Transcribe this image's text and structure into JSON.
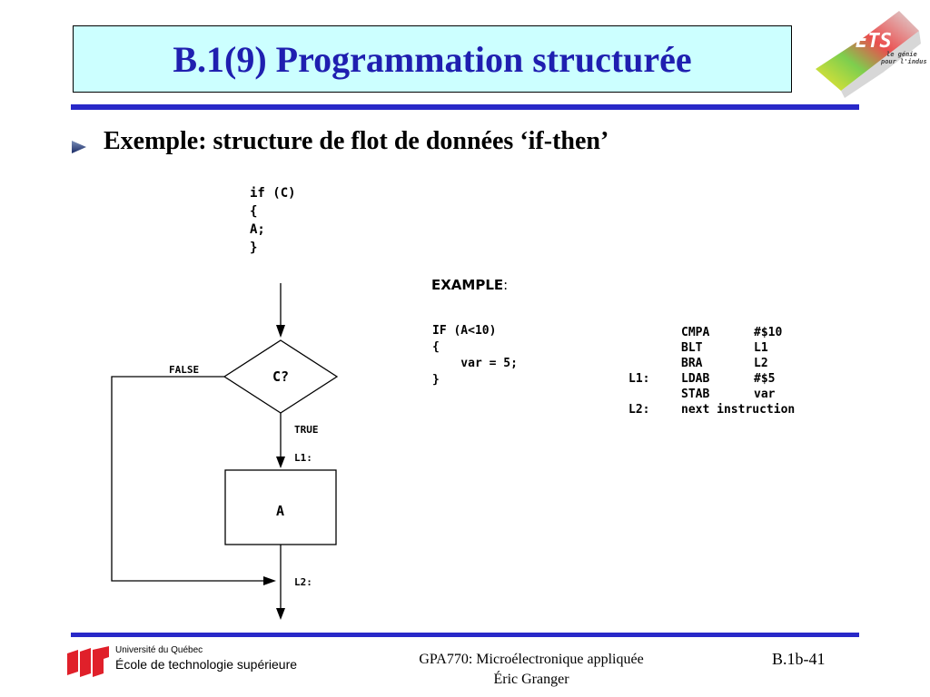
{
  "slide": {
    "title": "B.1(9) Programmation structurée",
    "bullet": "Exemple: structure de flot de données ‘if-then’"
  },
  "logo": {
    "mark": "ÉTS",
    "tagline_1": "le génie",
    "tagline_2": "pour l'industrie"
  },
  "flowchart": {
    "code": [
      "if (C)",
      "{",
      "   A;",
      "}"
    ],
    "condition": "C?",
    "false_label": "FALSE",
    "true_label": "TRUE",
    "l1_label": "L1:",
    "block": "A",
    "l2_label": "L2:"
  },
  "example": {
    "label": "EXAMPLE",
    "label_suffix": ":",
    "code": [
      "IF (A<10)",
      "{",
      "    var = 5;",
      "}"
    ],
    "asm": [
      {
        "label": "",
        "op": "CMPA",
        "arg": "#$10"
      },
      {
        "label": "",
        "op": "BLT",
        "arg": "L1"
      },
      {
        "label": "",
        "op": "BRA",
        "arg": "L2"
      },
      {
        "label": "L1:",
        "op": "LDAB",
        "arg": "#$5"
      },
      {
        "label": "",
        "op": "STAB",
        "arg": "var"
      },
      {
        "label": "L2:",
        "op": "next instruction",
        "arg": ""
      }
    ]
  },
  "footer": {
    "university": "Université du Québec",
    "school": "École de technologie supérieure",
    "course": "GPA770:  Microélectronique appliquée",
    "author": "Éric Granger",
    "page": "B.1b-41"
  },
  "colors": {
    "title_bg": "#ccffff",
    "title_text": "#1f1fb0",
    "rule": "#2828c8",
    "uq_red": "#e0202a"
  }
}
